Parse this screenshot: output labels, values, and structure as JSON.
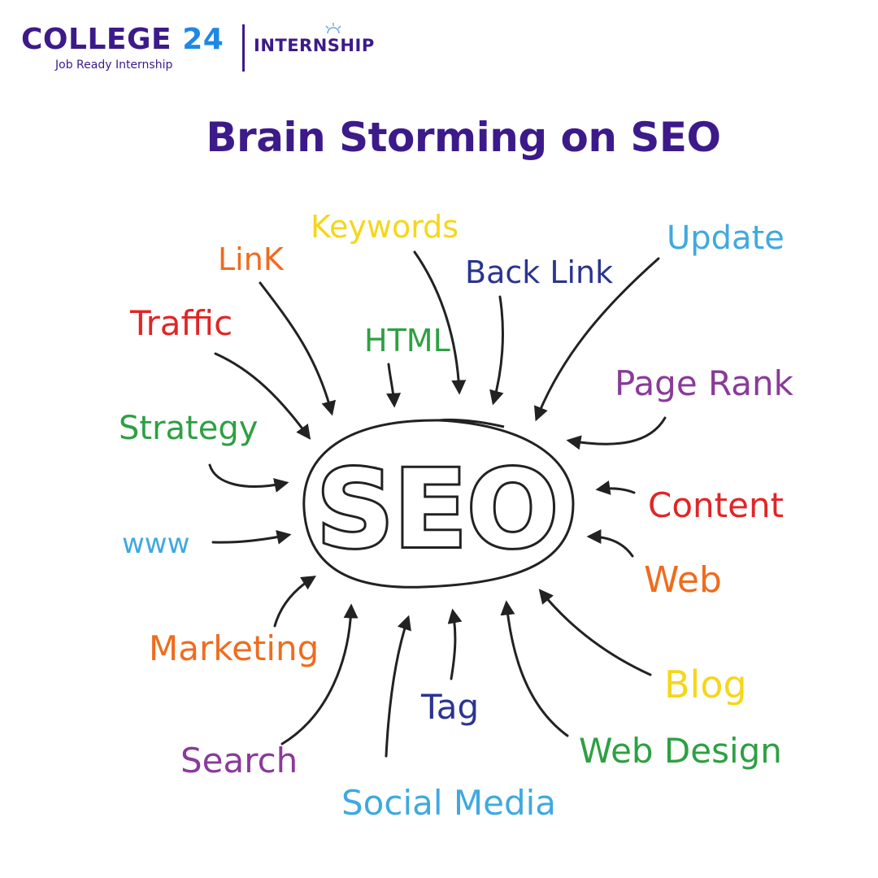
{
  "brand": {
    "name_text": "COLLEGE",
    "name_number": "24",
    "tagline": "Job Ready Internship",
    "product": "INTERNSHIP"
  },
  "title": "Brain Storming on SEO",
  "center_label": "SEO",
  "keywords": [
    {
      "id": "link",
      "text": "LinK",
      "color": "#ef6c1e"
    },
    {
      "id": "keywords",
      "text": "Keywords",
      "color": "#f4d71a"
    },
    {
      "id": "back-link",
      "text": "Back Link",
      "color": "#2a3590"
    },
    {
      "id": "update",
      "text": "Update",
      "color": "#3fa9e0"
    },
    {
      "id": "traffic",
      "text": "Traffic",
      "color": "#e02626"
    },
    {
      "id": "html",
      "text": "HTML",
      "color": "#2ea043"
    },
    {
      "id": "page-rank",
      "text": "Page Rank",
      "color": "#8a3a9a"
    },
    {
      "id": "strategy",
      "text": "Strategy",
      "color": "#2ea043"
    },
    {
      "id": "content",
      "text": "Content",
      "color": "#e02626"
    },
    {
      "id": "www",
      "text": "www",
      "color": "#3fa9e0"
    },
    {
      "id": "web",
      "text": "Web",
      "color": "#ef6c1e"
    },
    {
      "id": "marketing",
      "text": "Marketing",
      "color": "#ef6c1e"
    },
    {
      "id": "blog",
      "text": "Blog",
      "color": "#f4d71a"
    },
    {
      "id": "tag",
      "text": "Tag",
      "color": "#2a3590"
    },
    {
      "id": "search",
      "text": "Search",
      "color": "#8a3a9a"
    },
    {
      "id": "web-design",
      "text": "Web Design",
      "color": "#2ea043"
    },
    {
      "id": "social-media",
      "text": "Social Media",
      "color": "#3fa9e0"
    }
  ],
  "colors": {
    "brand_purple": "#3d1a8a",
    "brand_blue": "#1e88e5",
    "ink": "#222222"
  }
}
